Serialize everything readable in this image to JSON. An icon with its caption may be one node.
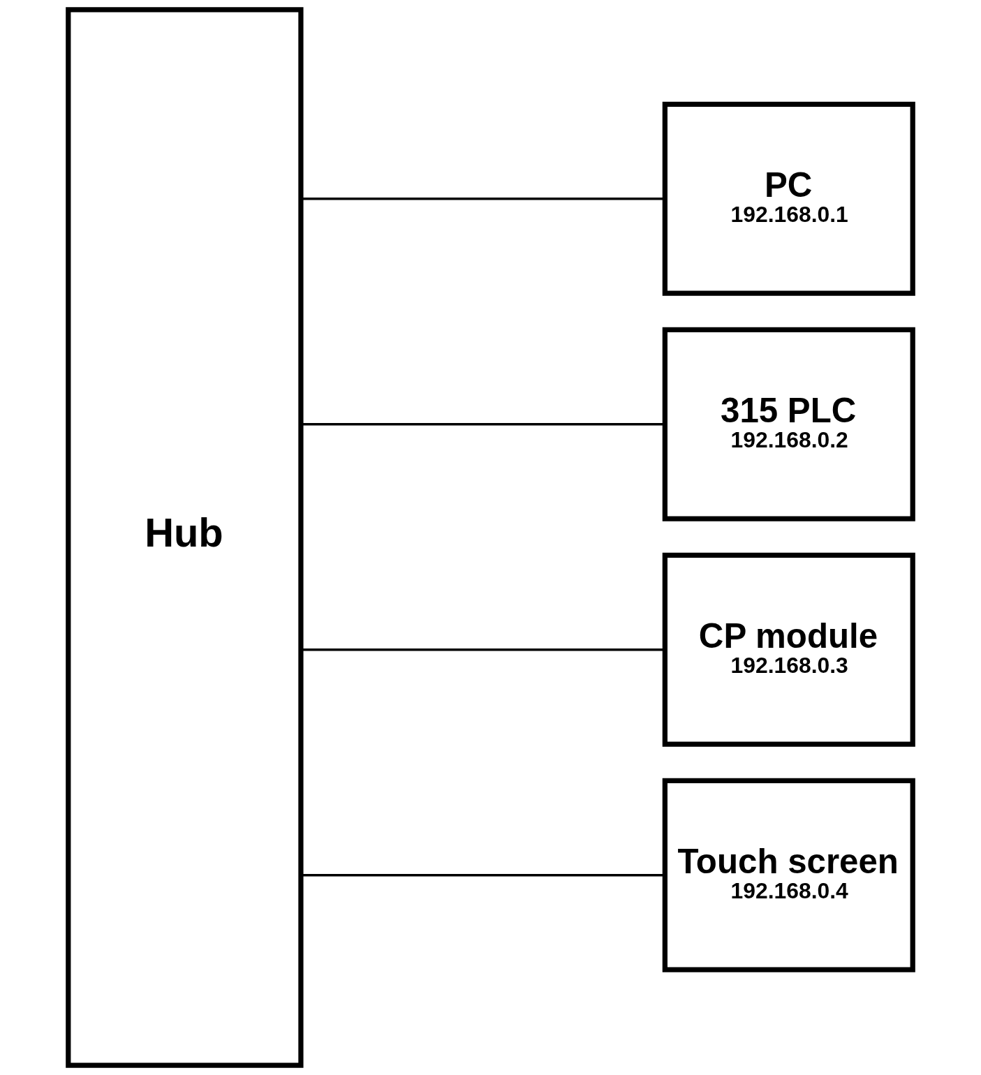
{
  "diagram": {
    "nodes": [
      {
        "text": [
          "Hub"
        ]
      },
      {
        "text": [
          "PC",
          "192.168.0.1"
        ]
      },
      {
        "text": [
          "315 PLC",
          "192.168.0.2"
        ]
      },
      {
        "text": [
          "CP module",
          "192.168.0.3"
        ]
      },
      {
        "text": [
          "Touch screen",
          "192.168.0.4"
        ]
      }
    ],
    "edges": [
      {
        "from": 0,
        "to": 1,
        "arrow": "none"
      },
      {
        "from": 0,
        "to": 2,
        "arrow": "none"
      },
      {
        "from": 0,
        "to": 3,
        "arrow": "none"
      },
      {
        "from": 0,
        "to": 4,
        "arrow": "none"
      }
    ]
  }
}
